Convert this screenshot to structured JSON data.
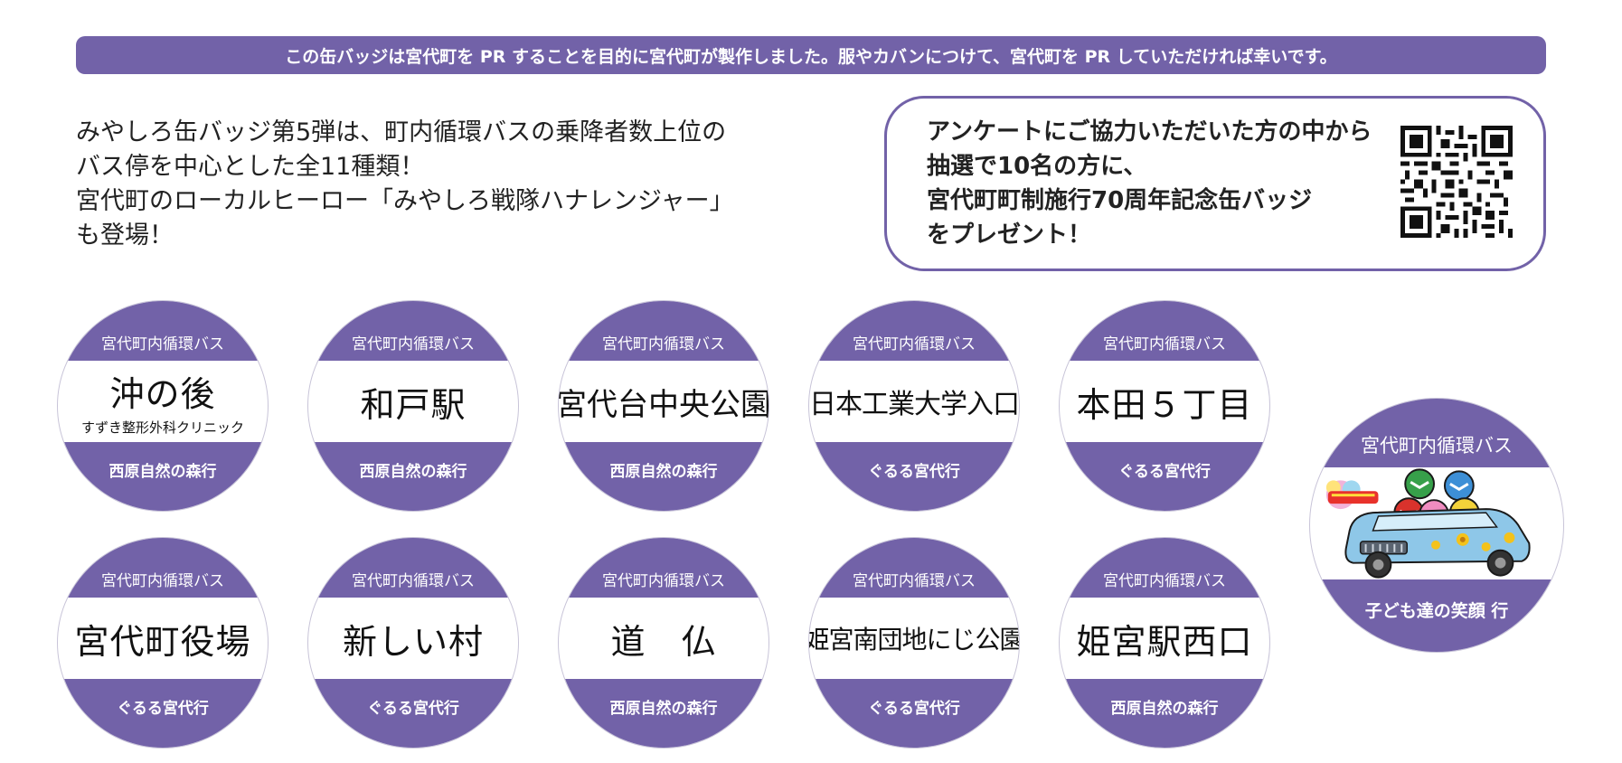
{
  "banner": {
    "text": "この缶バッジは宮代町を PR することを目的に宮代町が製作しました。服やカバンにつけて、宮代町を PR していただければ幸いです。"
  },
  "intro": {
    "lines": [
      "みやしろ缶バッジ第5弾は、町内循環バスの乗降者数上位の",
      "バス停を中心とした全11種類！",
      "宮代町のローカルヒーロー「みやしろ戦隊ハナレンジャー」",
      "も登場！"
    ]
  },
  "survey": {
    "lines": [
      "アンケートにご協力いただいた方の中から",
      "抽選で10名の方に、",
      "宮代町町制施行70周年記念缶バッジ",
      "をプレゼント！"
    ],
    "qr_icon": "qr-code-icon"
  },
  "colors": {
    "accent": "#7262a8",
    "text": "#1a1a1a"
  },
  "badges": [
    {
      "top": "宮代町内循環バス",
      "name": "沖の後",
      "sub": "すずき整形外科クリニック",
      "bottom": "西原自然の森行"
    },
    {
      "top": "宮代町内循環バス",
      "name": "和戸駅",
      "sub": "",
      "bottom": "西原自然の森行"
    },
    {
      "top": "宮代町内循環バス",
      "name": "宮代台中央公園",
      "sub": "",
      "bottom": "西原自然の森行"
    },
    {
      "top": "宮代町内循環バス",
      "name": "日本工業大学入口",
      "sub": "",
      "bottom": "ぐるる宮代行"
    },
    {
      "top": "宮代町内循環バス",
      "name": "本田５丁目",
      "sub": "",
      "bottom": "ぐるる宮代行"
    },
    {
      "top": "宮代町内循環バス",
      "name": "宮代町役場",
      "sub": "",
      "bottom": "ぐるる宮代行"
    },
    {
      "top": "宮代町内循環バス",
      "name": "新しい村",
      "sub": "",
      "bottom": "ぐるる宮代行"
    },
    {
      "top": "宮代町内循環バス",
      "name": "道　仏",
      "sub": "",
      "bottom": "西原自然の森行"
    },
    {
      "top": "宮代町内循環バス",
      "name": "姫宮南団地にじ公園",
      "sub": "",
      "bottom": "ぐるる宮代行"
    },
    {
      "top": "宮代町内循環バス",
      "name": "姫宮駅西口",
      "sub": "",
      "bottom": "西原自然の森行"
    }
  ],
  "special_badge": {
    "top": "宮代町内循環バス",
    "bottom": "子ども達の笑顔 行",
    "illustration_icon": "hero-car-illustration-icon"
  }
}
